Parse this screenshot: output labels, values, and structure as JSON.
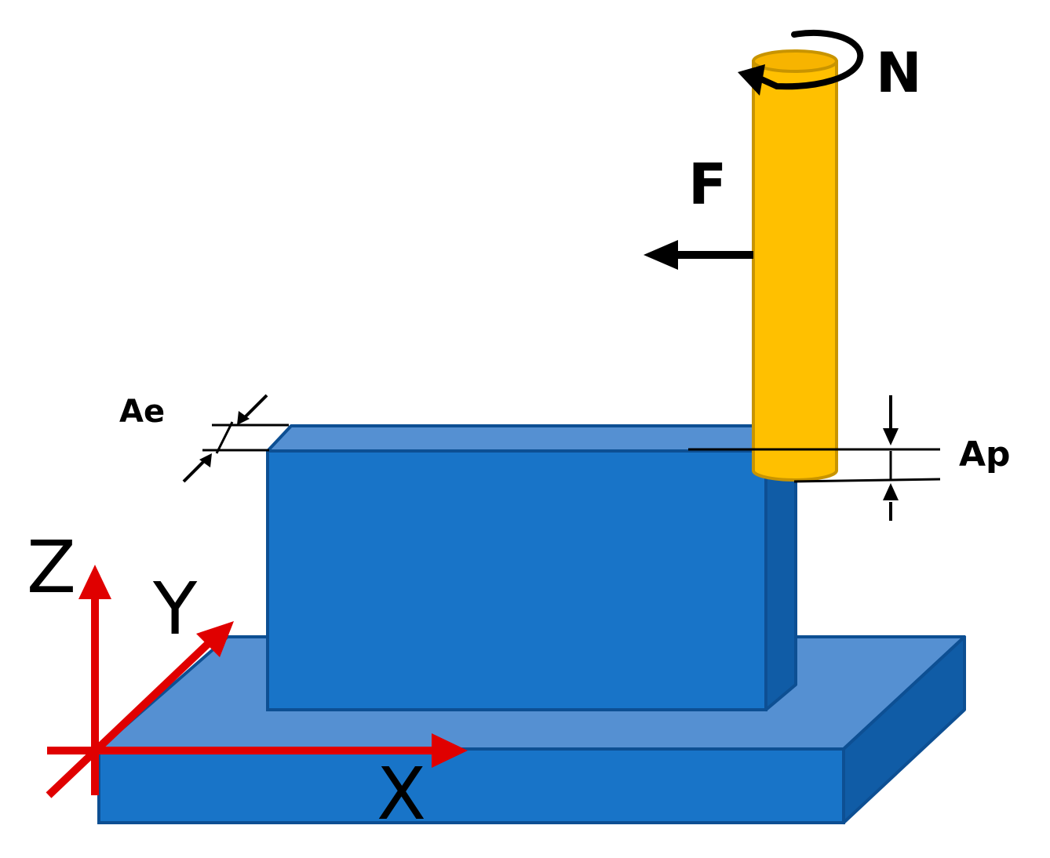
{
  "labels": {
    "spindle_speed": "N",
    "feed": "F",
    "radial_depth": "Ae",
    "axial_depth": "Ap",
    "axis_x": "X",
    "axis_y": "Y",
    "axis_z": "Z"
  },
  "colors": {
    "block_front": "#1874C8",
    "block_top": "#5590D2",
    "block_side": "#105CA6",
    "block_edge": "#0D4F93",
    "tool_body": "#FFC000",
    "tool_edge": "#C89400",
    "tool_top": "#F7B400",
    "axis_arrows": "#E00000",
    "annotation": "#000000"
  },
  "icons": {
    "rotation": "rotation-arrow-icon",
    "feed": "feed-arrow-icon"
  }
}
